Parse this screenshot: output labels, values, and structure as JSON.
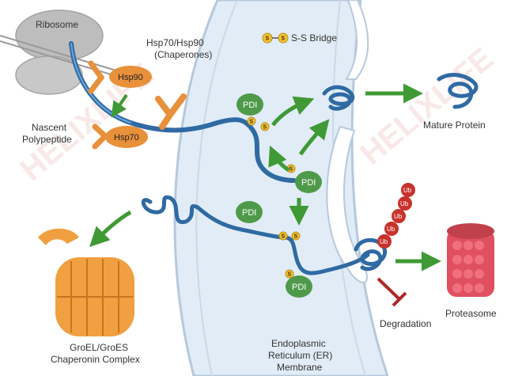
{
  "labels": {
    "ribosome": "Ribosome",
    "hsp70_hsp90": "Hsp70/Hsp90",
    "chaperones": "(Chaperones)",
    "hsp90": "Hsp90",
    "hsp70": "Hsp70",
    "nascent": "Nascent",
    "polypeptide": "Polypeptide",
    "ss_bridge": "S-S Bridge",
    "mature_protein": "Mature Protein",
    "groel_1": "GroEL/GroES",
    "groel_2": "Chaperonin Complex",
    "er_1": "Endoplasmic",
    "er_2": "Reticulum (ER)",
    "er_3": "Membrane",
    "degradation": "Degradation",
    "proteasome": "Proteasome",
    "pdi": "PDI",
    "s": "S",
    "ub": "Ub"
  },
  "watermark": "HELIXLIFE",
  "colors": {
    "chain": "#2f6aa3",
    "chain_light": "#6aa6d8",
    "pdi": "#4f9a4a",
    "arrow": "#3f9a35",
    "hsp": "#e8903a",
    "er_fill": "#e1ecf6",
    "er_edge": "#b5c9dd",
    "ribosome": "#bdbdbd",
    "groel": "#f0a040",
    "ub": "#c8322c",
    "proteasome": "#e05060",
    "inhibit": "#b02828",
    "disulfide": "#f2c231"
  }
}
